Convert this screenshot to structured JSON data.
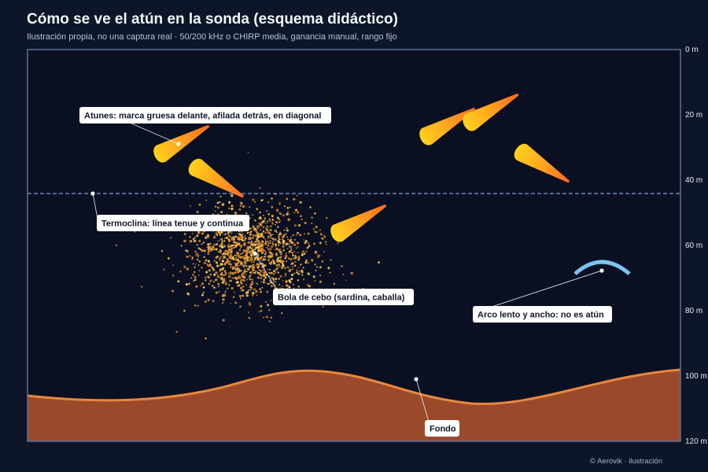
{
  "title": "Cómo se ve el atún en la sonda (esquema didáctico)",
  "subtitle": "Ilustración propia, no una captura real · 50/200 kHz o CHIRP media, ganancia manual, rango fijo",
  "credit": "© Aerovik · ilustración",
  "depth_axis": {
    "ticks": [
      "0 m",
      "20 m",
      "40 m",
      "60 m",
      "80 m",
      "100 m",
      "120 m"
    ]
  },
  "callouts": {
    "tuna": "Atunes: marca gruesa delante, afilada detrás, en diagonal",
    "thermocline": "Termoclina: línea tenue y continua",
    "bait_ball": "Bola de cebo (sardina, caballa)",
    "arc": "Arco lento y ancho: no es atún",
    "bottom": "Fondo"
  },
  "colors": {
    "background": "#0d1628",
    "water": "#0a1022",
    "frame": "#5e7191",
    "tuna_head": "#ffd21c",
    "tuna_tail": "#ff6a25",
    "bait": "#f1a93a",
    "arc": "#7cc4f2",
    "bottom_fill": "#9a4a2a",
    "bottom_edge": "#e8873f",
    "thermocline": "#6f86aa"
  }
}
